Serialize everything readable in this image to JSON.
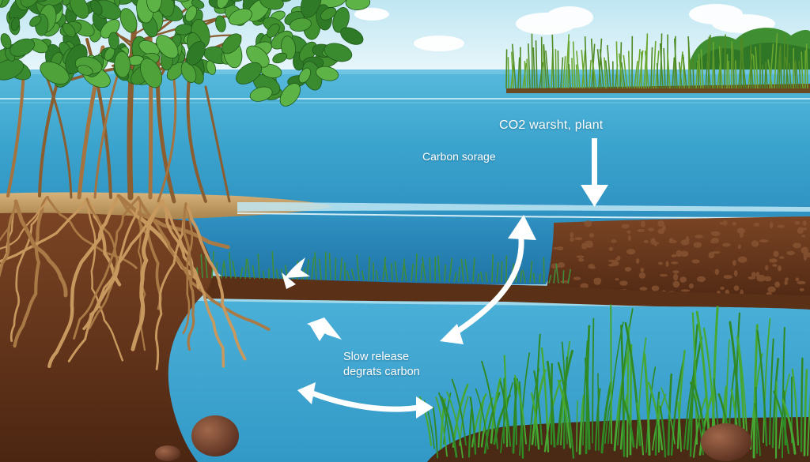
{
  "labels": {
    "co2": "CO2  warsht, plant",
    "storage": "Carbon sorage",
    "release_line1": "Slow release",
    "release_line2": "degrats carbon"
  },
  "colors": {
    "sky_top": "#bfe6f2",
    "sky_bottom": "#e8f6fb",
    "water": "#3aa6cf",
    "water_deep": "#1f7fb3",
    "soil": "#6b3a1f",
    "soil_dark": "#4a2512",
    "sand": "#c9a36a",
    "grass": "#3d9a2c",
    "leaf": "#3f8f2f",
    "root": "#b8864f",
    "arrow": "#ffffff"
  }
}
